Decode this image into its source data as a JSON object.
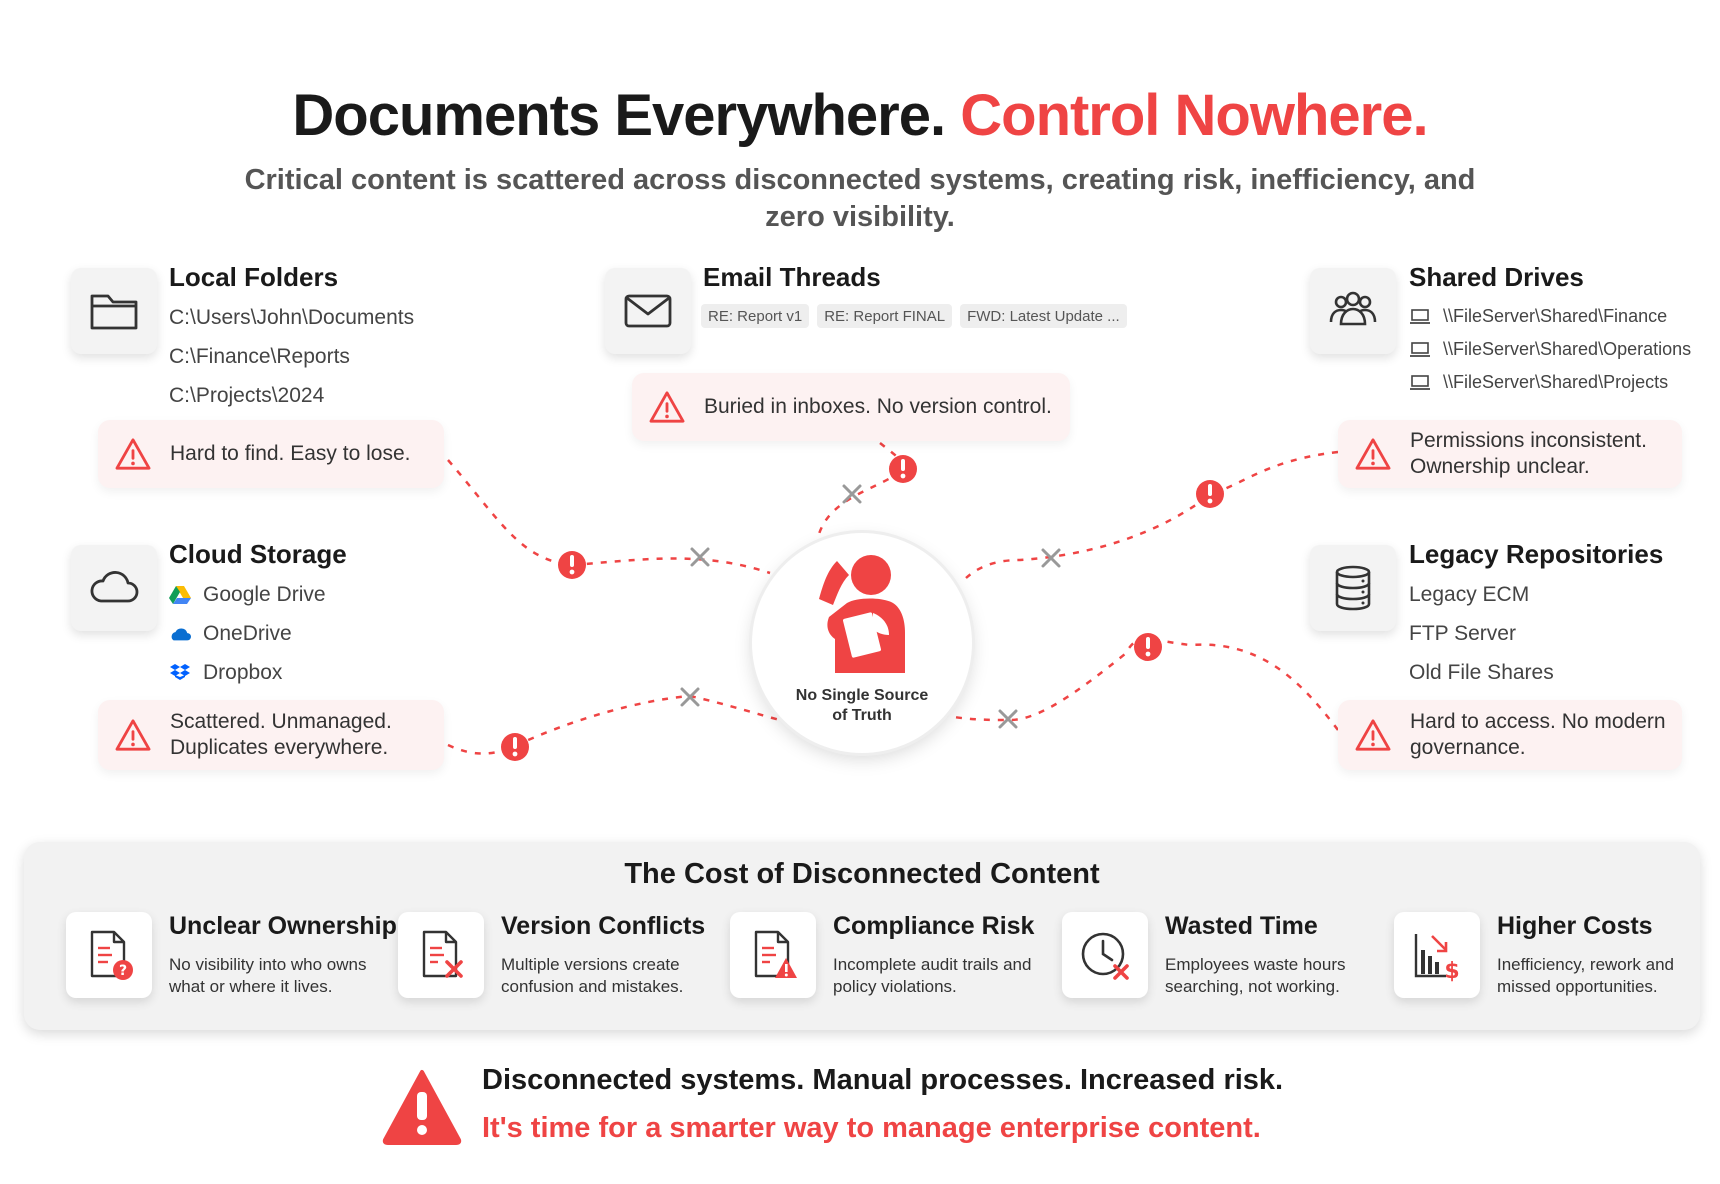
{
  "header": {
    "title_main": "Documents Everywhere.",
    "title_accent": "Control Nowhere.",
    "subtitle": "Critical content is scattered across disconnected systems, creating risk, inefficiency, and zero visibility."
  },
  "colors": {
    "accent": "#ef4444",
    "text": "#1a1a1a",
    "muted": "#555555",
    "panel": "#f2f2f2",
    "warning_bg": "#fdf2f2"
  },
  "sources": {
    "local_folders": {
      "title": "Local Folders",
      "icon": "folder-icon",
      "items": [
        "C:\\Users\\John\\Documents",
        "C:\\Finance\\Reports",
        "C:\\Projects\\2024"
      ],
      "warning": "Hard to find. Easy to lose."
    },
    "email_threads": {
      "title": "Email Threads",
      "icon": "envelope-icon",
      "chips": [
        "RE: Report v1",
        "RE: Report FINAL",
        "FWD: Latest Update ..."
      ],
      "warning": "Buried in inboxes. No version control."
    },
    "shared_drives": {
      "title": "Shared Drives",
      "icon": "users-icon",
      "items": [
        "\\\\FileServer\\Shared\\Finance",
        "\\\\FileServer\\Shared\\Operations",
        "\\\\FileServer\\Shared\\Projects"
      ],
      "warning_line1": "Permissions inconsistent.",
      "warning_line2": "Ownership unclear."
    },
    "cloud_storage": {
      "title": "Cloud Storage",
      "icon": "cloud-icon",
      "items": [
        "Google Drive",
        "OneDrive",
        "Dropbox"
      ],
      "warning_line1": "Scattered. Unmanaged.",
      "warning_line2": "Duplicates everywhere."
    },
    "legacy_repositories": {
      "title": "Legacy Repositories",
      "icon": "database-icon",
      "items": [
        "Legacy ECM",
        "FTP Server",
        "Old File Shares"
      ],
      "warning_line1": "Hard to access. No modern",
      "warning_line2": "governance."
    }
  },
  "center": {
    "line1": "No Single Source",
    "line2": "of Truth",
    "icon": "confused-person-icon"
  },
  "cost": {
    "heading": "The Cost of Disconnected Content",
    "items": [
      {
        "title": "Unclear Ownership",
        "desc": "No visibility into who owns what or where it lives.",
        "icon": "document-question-icon"
      },
      {
        "title": "Version Conflicts",
        "desc": "Multiple versions create confusion and mistakes.",
        "icon": "document-x-icon"
      },
      {
        "title": "Compliance Risk",
        "desc": "Incomplete audit trails and policy violations.",
        "icon": "document-warning-icon"
      },
      {
        "title": "Wasted Time",
        "desc": "Employees waste hours searching, not working.",
        "icon": "clock-x-icon"
      },
      {
        "title": "Higher Costs",
        "desc": "Inefficiency, rework and missed opportunities.",
        "icon": "chart-dollar-icon"
      }
    ]
  },
  "footer": {
    "line1": "Disconnected systems. Manual processes. Increased risk.",
    "line2": "It's time for a smarter way to manage enterprise content."
  }
}
